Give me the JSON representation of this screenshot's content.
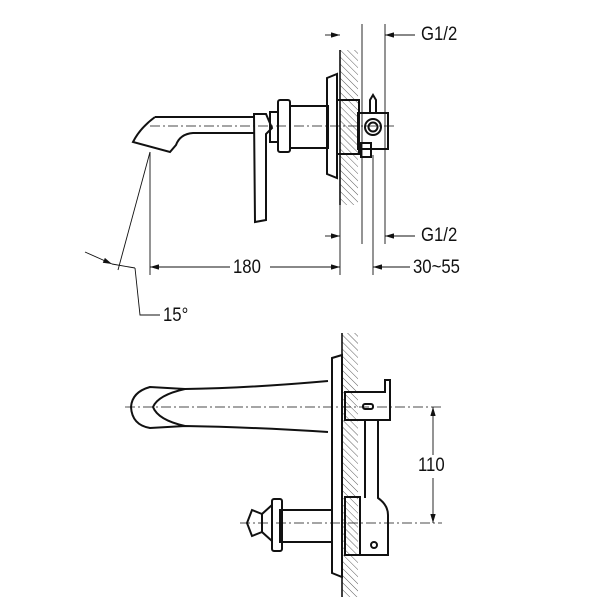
{
  "drawing": {
    "side_view": {
      "thread_top": "G1/2",
      "thread_bottom": "G1/2",
      "dim_projection": "180",
      "dim_wall_depth": "30~55",
      "angle": "15°"
    },
    "top_view": {
      "dim_center_distance": "110"
    },
    "colors": {
      "line": "#111111",
      "background": "#ffffff"
    }
  }
}
